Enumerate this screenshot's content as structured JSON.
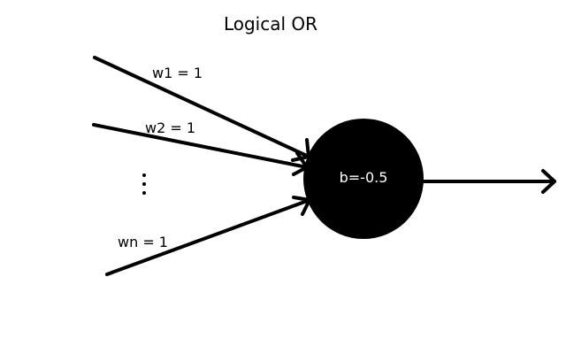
{
  "title": "Logical OR",
  "inputs": [
    {
      "weight_label": "w1 = 1"
    },
    {
      "weight_label": "w2 = 1"
    },
    {
      "weight_label": "wn = 1"
    }
  ],
  "ellipsis": "⋮",
  "neuron": {
    "bias_label": "b=-0.5",
    "fill_color": "#000000",
    "label_color": "#ffffff"
  },
  "line_color": "#000000"
}
